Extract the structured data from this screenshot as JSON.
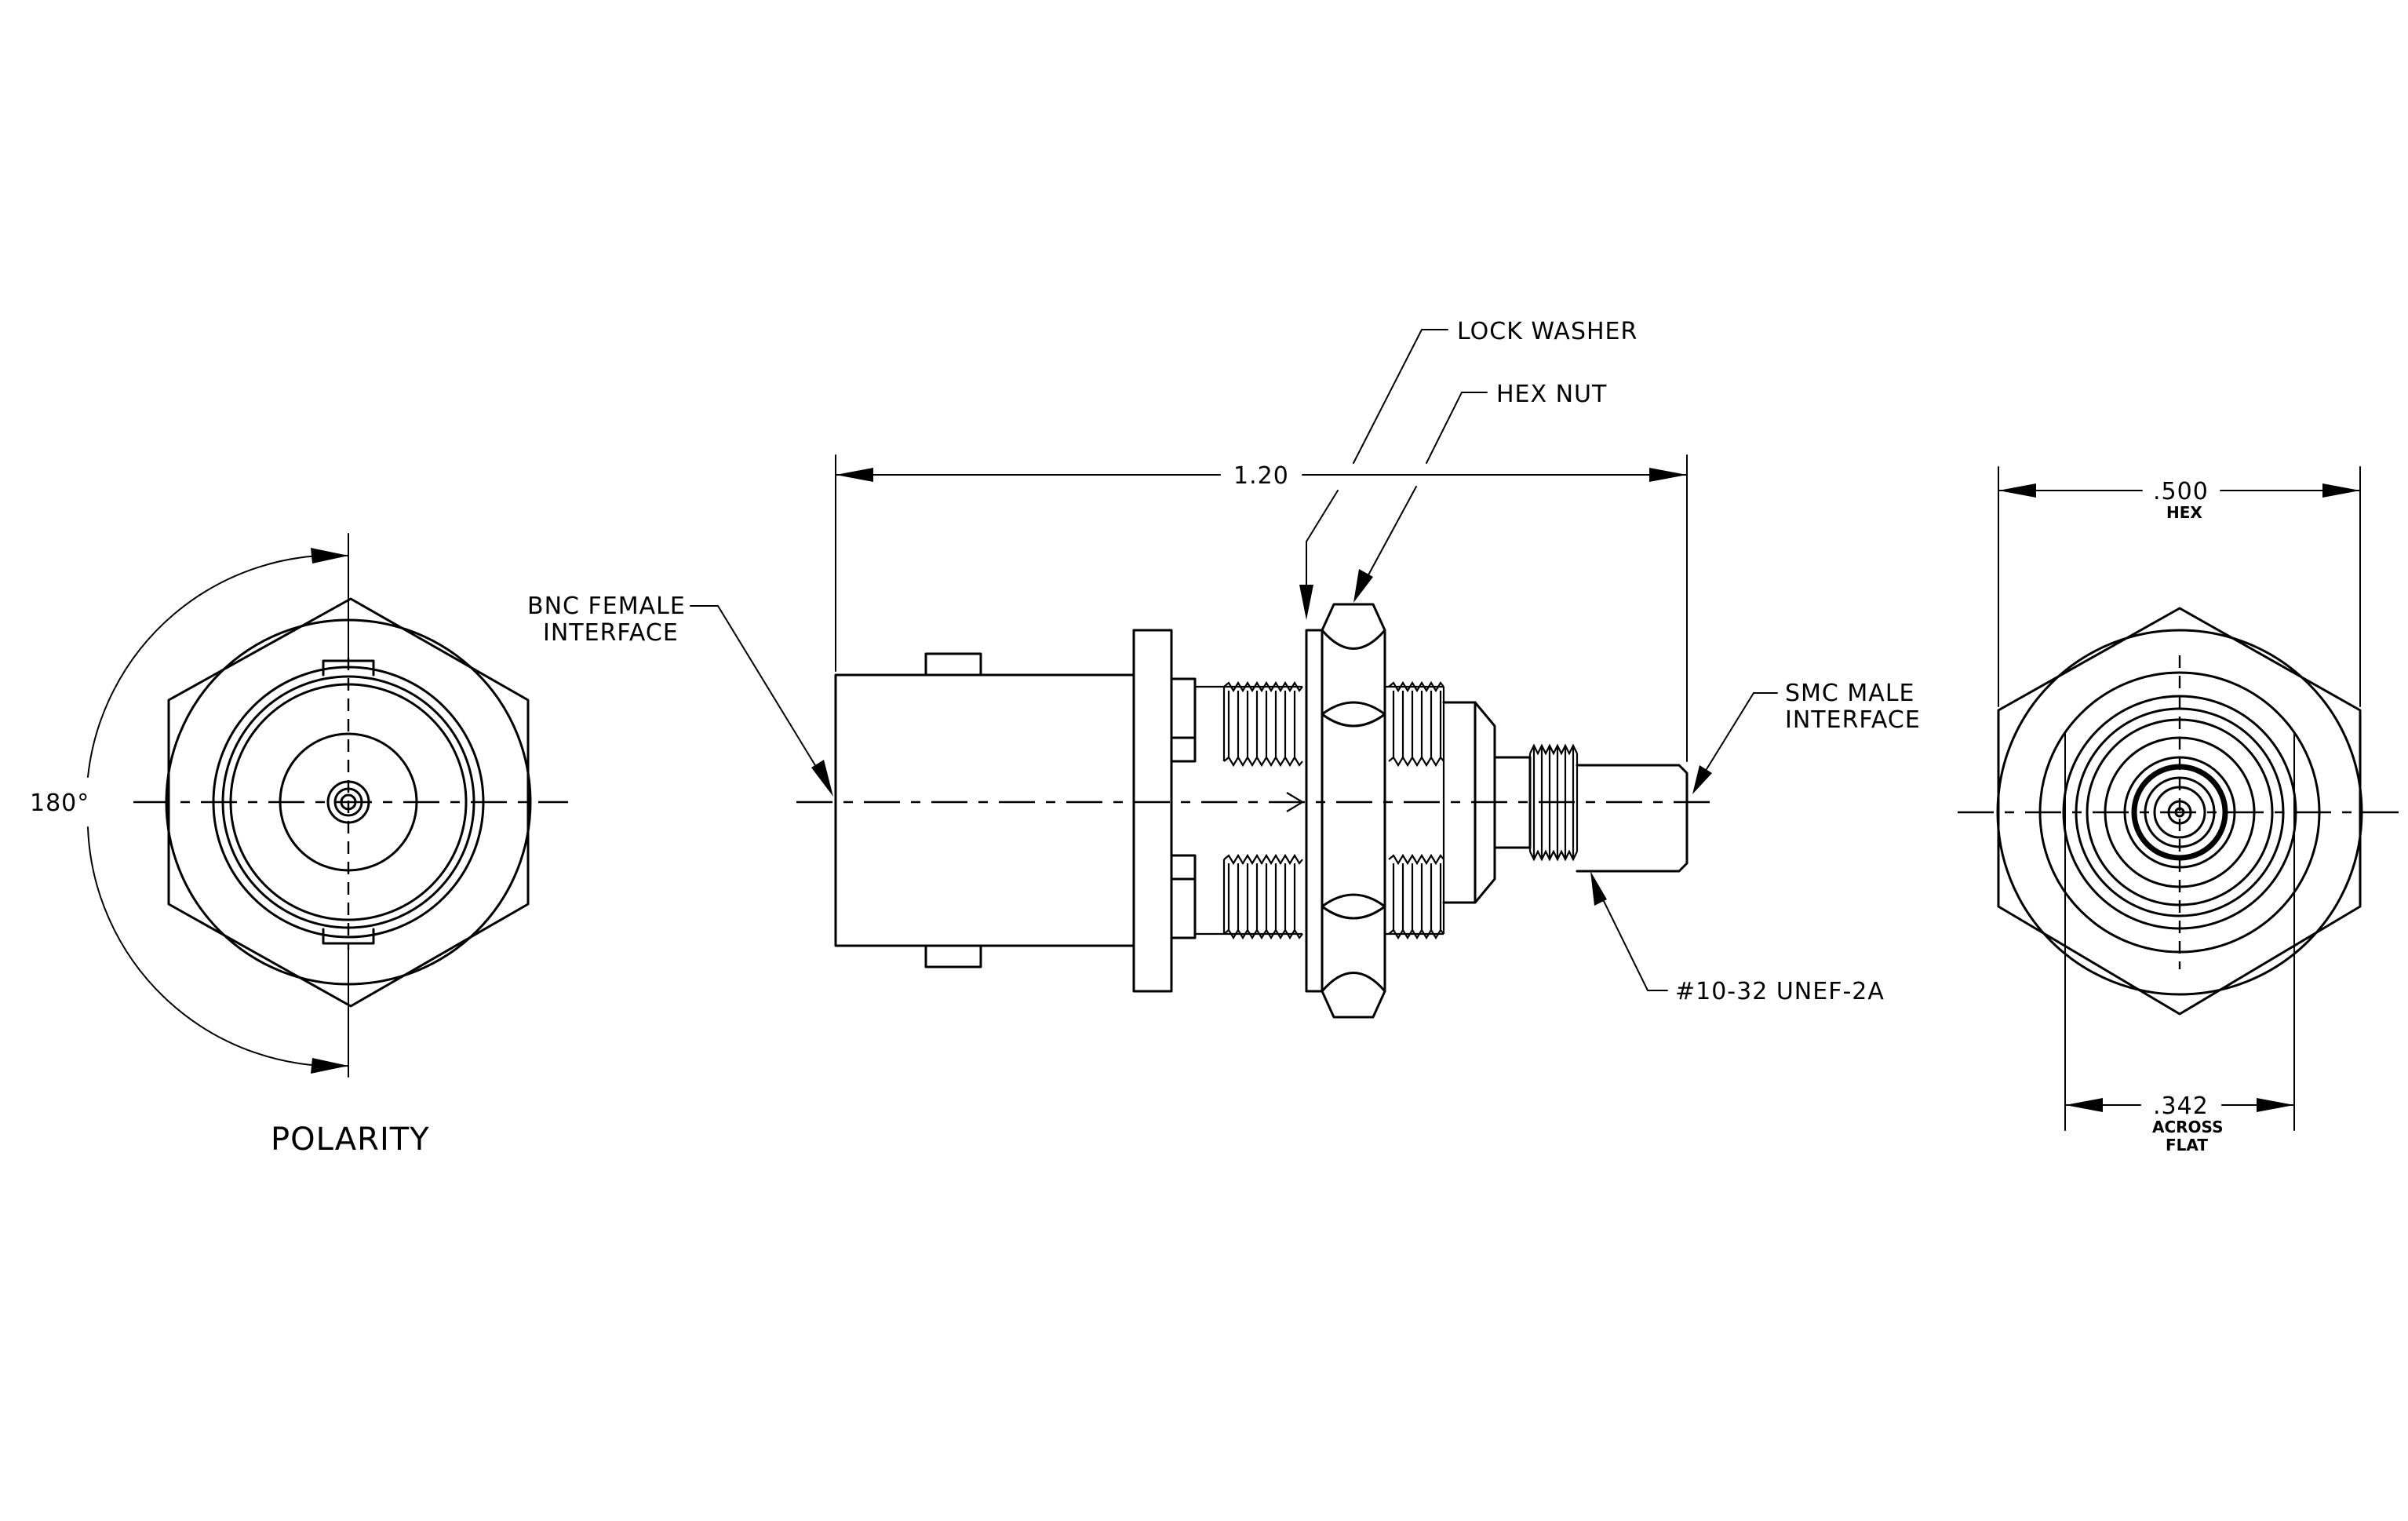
{
  "front_view": {
    "angle_label": "180°",
    "caption": "POLARITY"
  },
  "side_view": {
    "length_dim": "1.20",
    "callouts": {
      "lock_washer": "LOCK WASHER",
      "hex_nut": "HEX NUT",
      "bnc_line1": "BNC FEMALE",
      "bnc_line2": "INTERFACE",
      "smc_line1": "SMC MALE",
      "smc_line2": "INTERFACE",
      "thread": "#10-32 UNEF-2A"
    }
  },
  "end_view": {
    "hex_dim": ".500",
    "hex_dim_note": "HEX",
    "flat_dim": ".342",
    "flat_note_line1": "ACROSS",
    "flat_note_line2": "FLAT"
  }
}
